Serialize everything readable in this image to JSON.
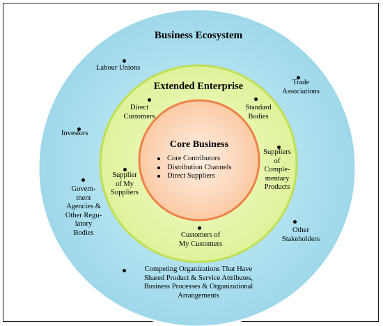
{
  "diagram": {
    "colors": {
      "ecosystem_fill": "#9ed8ea",
      "ecosystem_center": "#cff0f8",
      "extended_fill": "#dff29a",
      "extended_center": "#f3fbcf",
      "core_fill": "#fbcaa6",
      "core_center": "#fff0e4",
      "core_border": "#ee8244",
      "extended_border": "#bfdf52"
    },
    "ecosystem": {
      "title": "Business Ecosystem",
      "labour_unions": "Labour Unions",
      "trade_associations": [
        "Trade",
        "Associations"
      ],
      "investors": "Investors",
      "government": [
        "Govern-",
        "ment",
        "Agencies &",
        "Other Regu-",
        "latory",
        "Bodies"
      ],
      "other_stakeholders": [
        "Other",
        "Stakeholders"
      ],
      "competing": [
        "Competing Organizations That Have",
        "Shared Product & Service Attributes,",
        "Business Processes & Organizational",
        "Arrangements"
      ]
    },
    "extended": {
      "title": "Extended Enterprise",
      "direct_customers": [
        "Direct",
        "Customers"
      ],
      "standard_bodies": [
        "Standard",
        "Bodies"
      ],
      "supplier_of_my_suppliers": [
        "Supplier",
        "of My",
        "Suppliers"
      ],
      "suppliers_complementary": [
        "Suppliers",
        "of",
        "Comple-",
        "mentary",
        "Products"
      ],
      "customers_of_my_customers": [
        "Customers of",
        "My Customers"
      ]
    },
    "core": {
      "title": "Core Business",
      "items": [
        "Core Contributors",
        "Distribution Channels",
        "Direct Suppliers"
      ]
    }
  }
}
